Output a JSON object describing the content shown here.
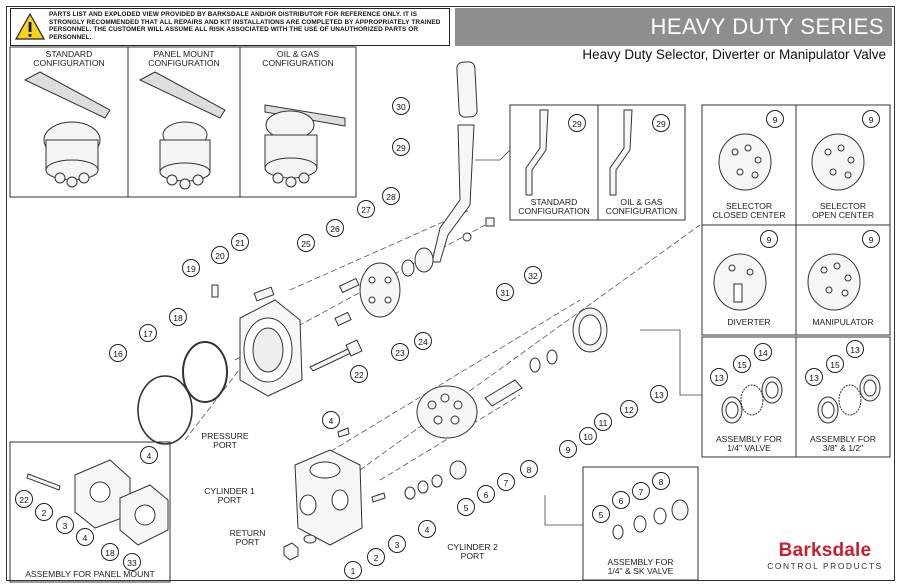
{
  "warning": {
    "icon": "warning-triangle-icon",
    "text": "PARTS LIST AND EXPLODED VIEW PROVIDED BY BARKSDALE AND/OR DISTRIBUTOR FOR REFERENCE ONLY. IT IS STRONGLY RECOMMENDED THAT ALL REPAIRS AND KIT INSTALLATIONS ARE COMPLETED BY APPROPRIATELY TRAINED PERSONNEL. THE CUSTOMER WILL ASSUME ALL RISK ASSOCIATED WITH THE USE OF UNAUTHORIZED PARTS OR PERSONNEL."
  },
  "header": {
    "series": "HEAVY DUTY SERIES",
    "subtitle": "Heavy Duty Selector, Diverter or Manipulator  Valve"
  },
  "configurations": [
    {
      "label": "STANDARD\nCONFIGURATION"
    },
    {
      "label": "PANEL MOUNT\nCONFIGURATION"
    },
    {
      "label": "OIL & GAS\nCONFIGURATION"
    }
  ],
  "handle_configs": [
    {
      "label": "STANDARD\nCONFIGURATION",
      "part": "29"
    },
    {
      "label": "OIL & GAS\nCONFIGURATION",
      "part": "29"
    }
  ],
  "discs": [
    {
      "label": "SELECTOR\nCLOSED CENTER",
      "part": "9"
    },
    {
      "label": "SELECTOR\nOPEN CENTER",
      "part": "9"
    },
    {
      "label": "DIVERTER",
      "part": "9"
    },
    {
      "label": "MANIPULATOR",
      "part": "9"
    }
  ],
  "seal_assemblies": [
    {
      "label": "ASSEMBLY FOR\n1/4\" VALVE",
      "parts": [
        "13",
        "15",
        "14"
      ]
    },
    {
      "label": "ASSEMBLY FOR\n3/8\" & 1/2\"",
      "parts": [
        "13",
        "15",
        "13"
      ]
    }
  ],
  "panel_mount": {
    "label": "ASSEMBLY FOR PANEL MOUNT",
    "parts": [
      "4",
      "22",
      "2",
      "3",
      "4",
      "18",
      "33"
    ]
  },
  "sk_assembly": {
    "label": "ASSEMBLY FOR\n1/4\" & SK VALVE",
    "parts": [
      "5",
      "6",
      "7",
      "8"
    ]
  },
  "ports": {
    "pressure": "PRESSURE\nPORT",
    "cylinder1": "CYLINDER 1\nPORT",
    "return": "RETURN\nPORT",
    "cylinder2": "CYLINDER 2\nPORT"
  },
  "callouts": [
    "30",
    "29",
    "28",
    "27",
    "26",
    "25",
    "21",
    "20",
    "19",
    "18",
    "17",
    "16",
    "24",
    "23",
    "22",
    "31",
    "32",
    "4",
    "13",
    "12",
    "11",
    "10",
    "9",
    "8",
    "7",
    "6",
    "5",
    "4",
    "3",
    "2",
    "1"
  ],
  "brand": {
    "name": "Barksdale",
    "sub": "CONTROL PRODUCTS"
  }
}
